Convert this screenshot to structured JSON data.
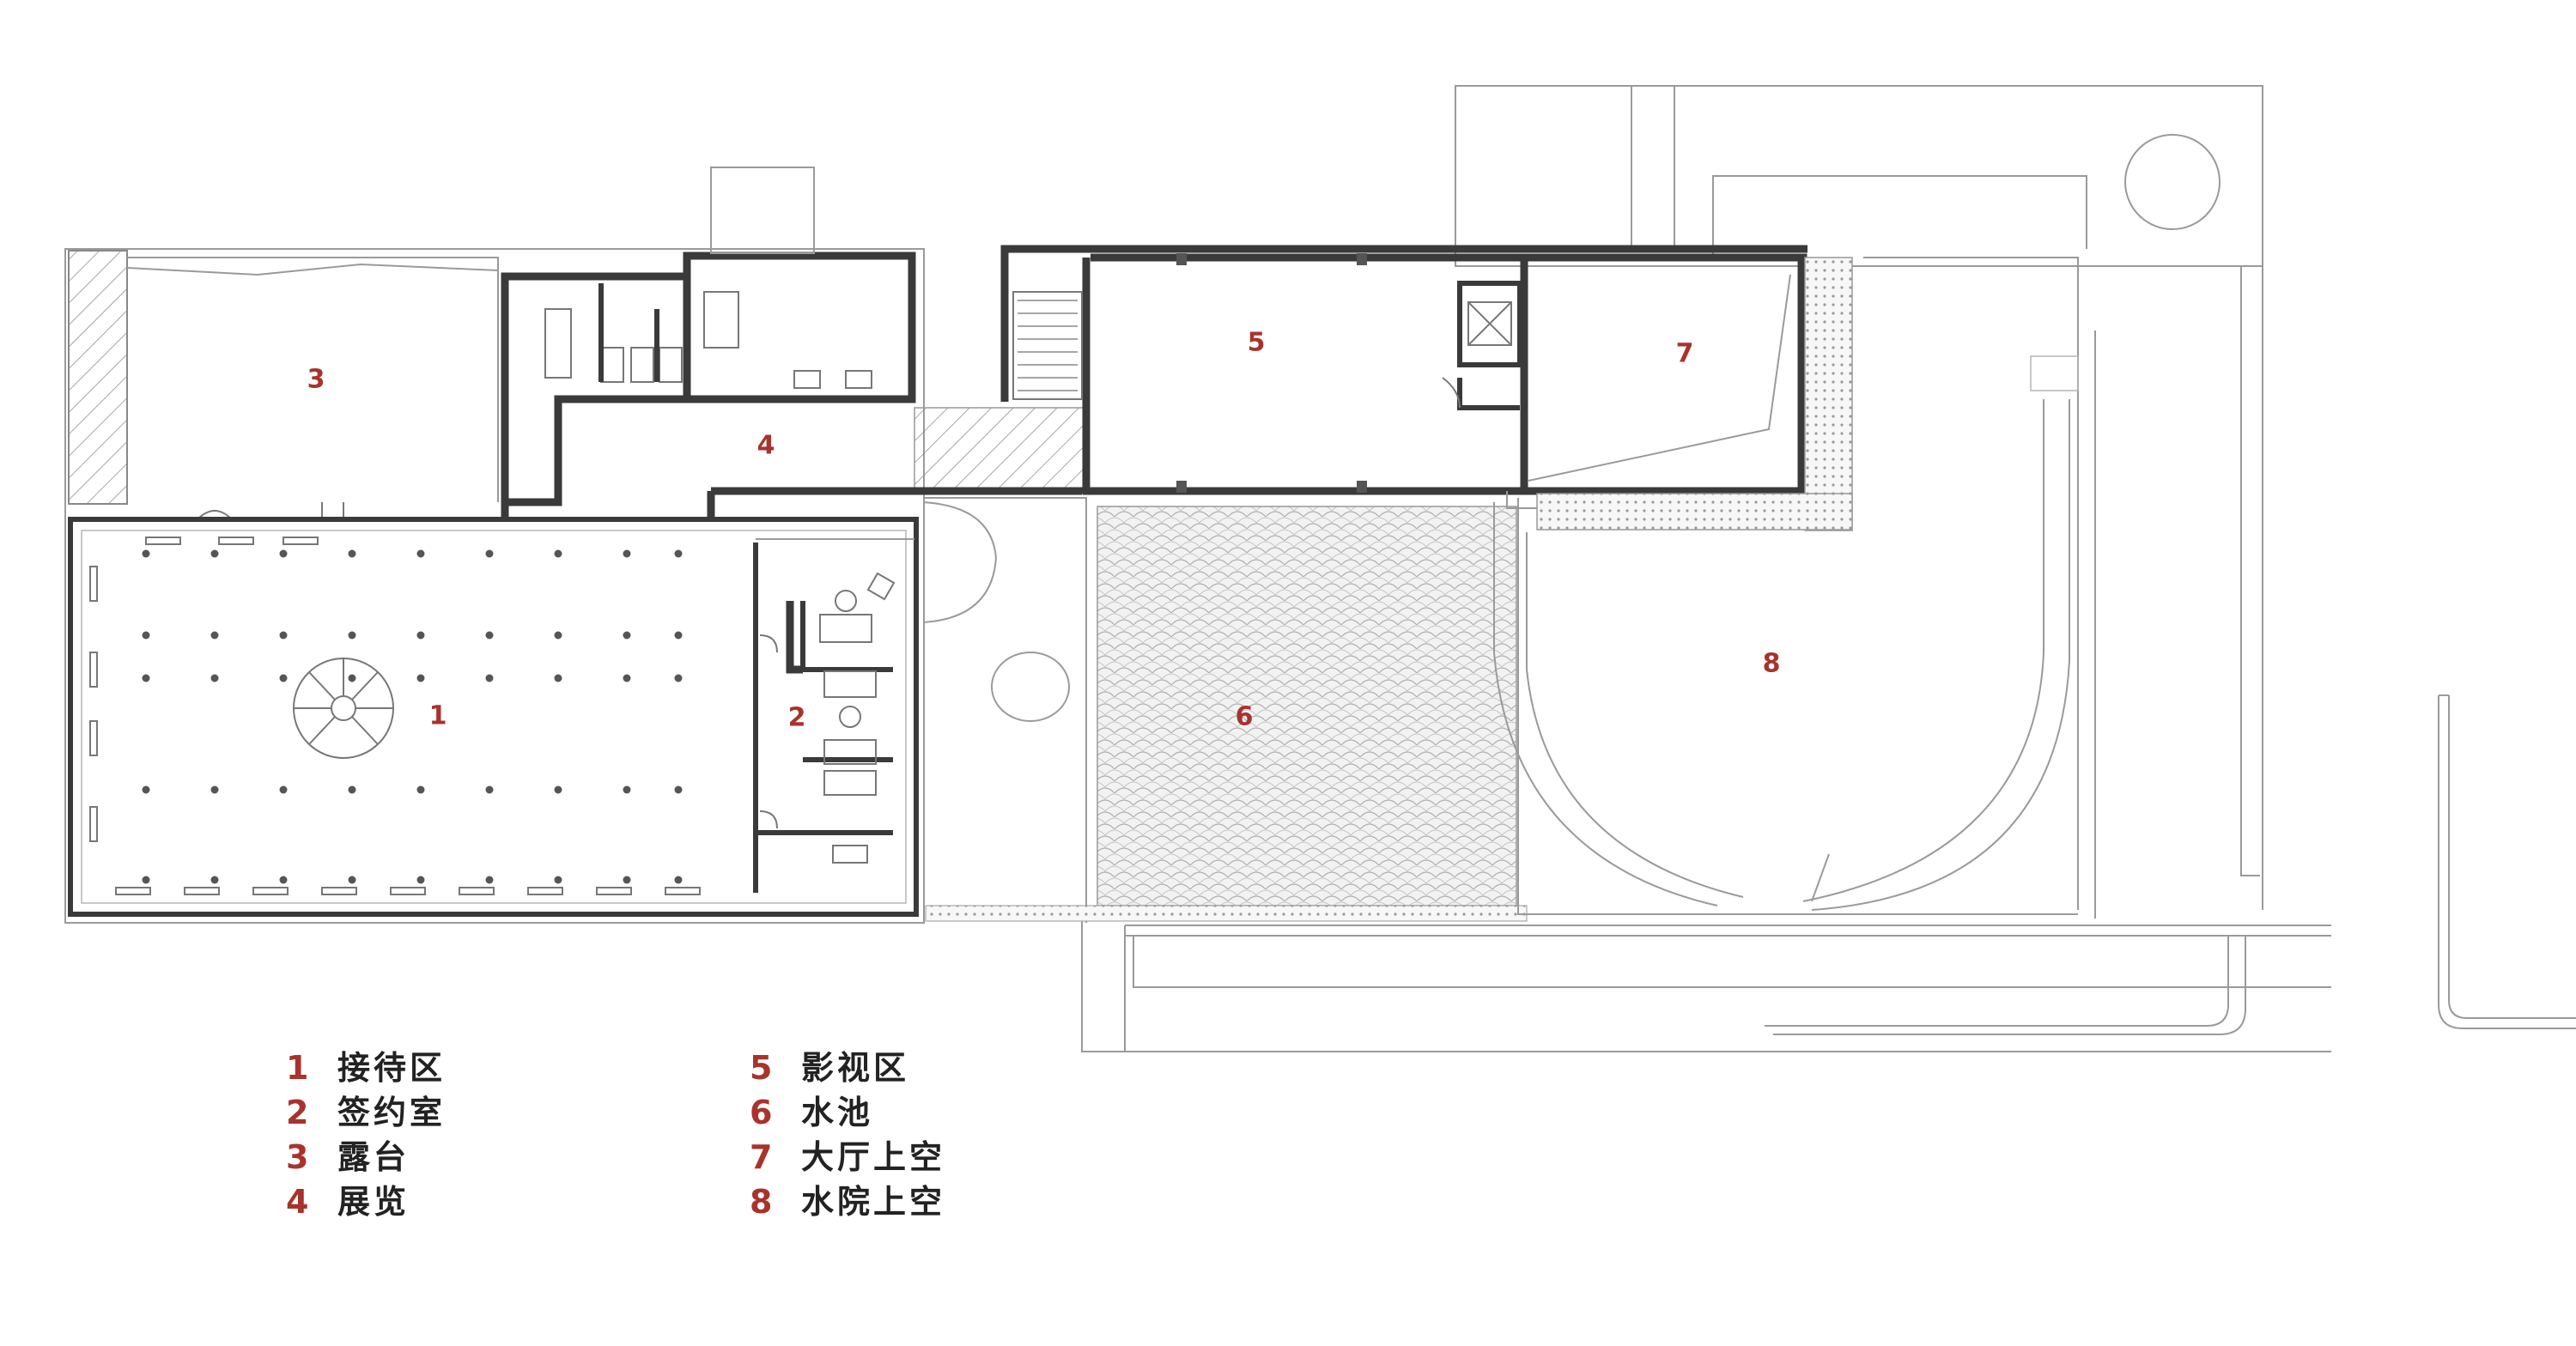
{
  "rooms": [
    {
      "num": "1"
    },
    {
      "num": "2"
    },
    {
      "num": "3"
    },
    {
      "num": "4"
    },
    {
      "num": "5"
    },
    {
      "num": "6"
    },
    {
      "num": "7"
    },
    {
      "num": "8"
    }
  ],
  "legend_left": [
    {
      "num": "1",
      "name": "接待区"
    },
    {
      "num": "2",
      "name": "签约室"
    },
    {
      "num": "3",
      "name": "露台"
    },
    {
      "num": "4",
      "name": "展览"
    }
  ],
  "legend_right": [
    {
      "num": "5",
      "name": "影视区"
    },
    {
      "num": "6",
      "name": "水池"
    },
    {
      "num": "7",
      "name": "大厅上空"
    },
    {
      "num": "8",
      "name": "水院上空"
    }
  ],
  "colors": {
    "accent": "#a8332c",
    "wall": "#3a3a3a",
    "line": "#9a9a9a"
  }
}
